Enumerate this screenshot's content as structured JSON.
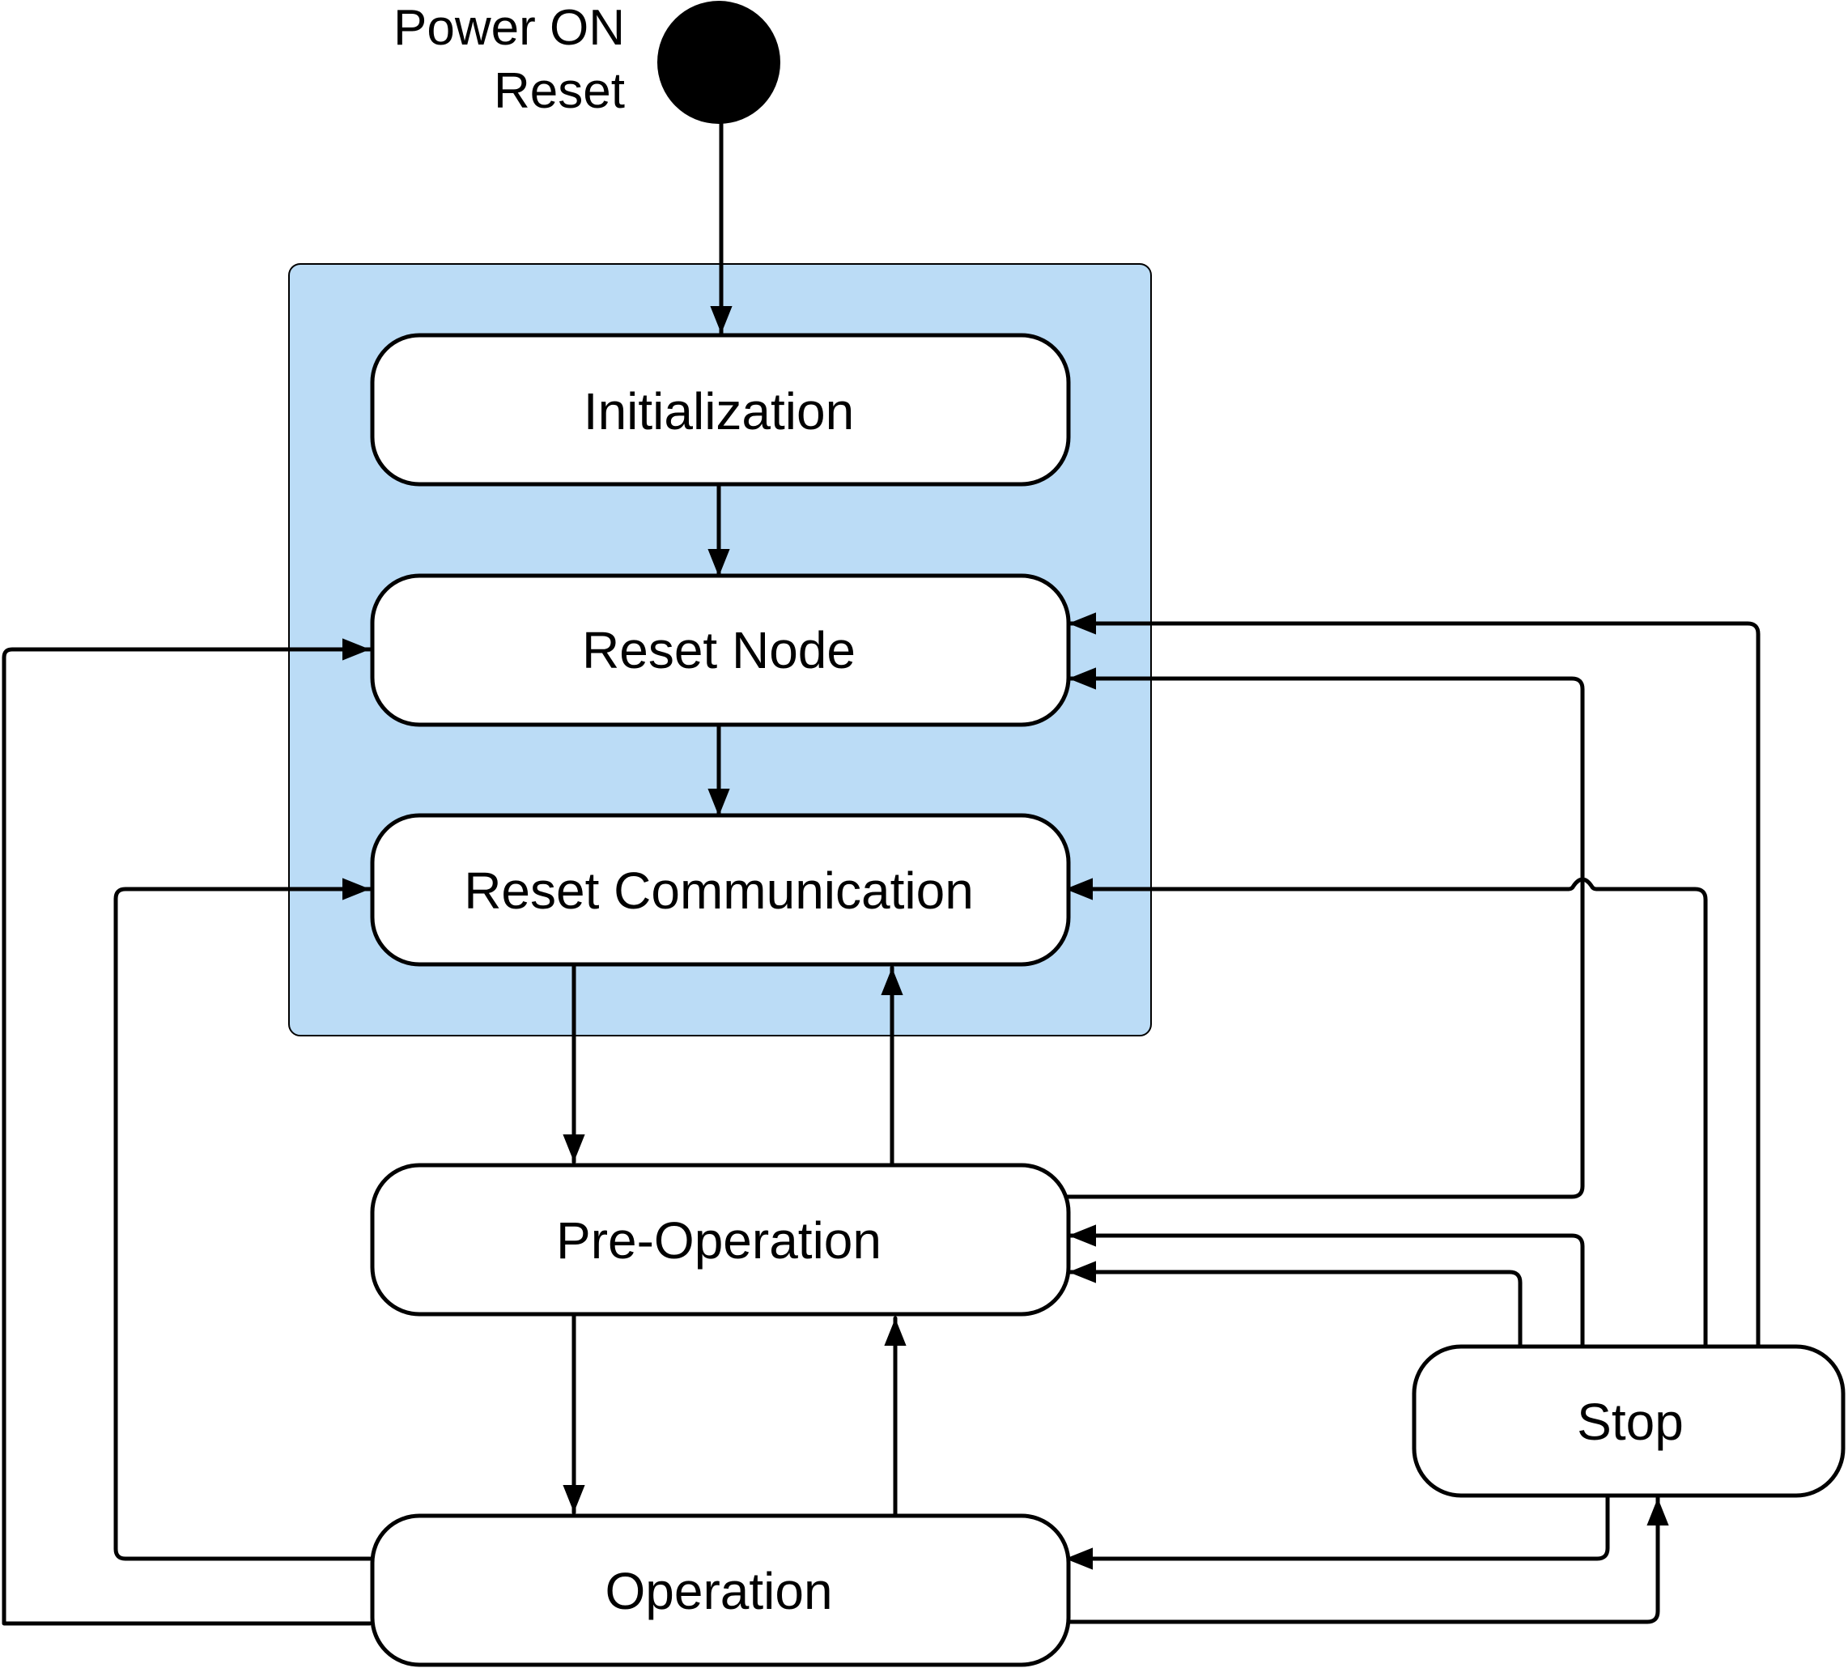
{
  "colors": {
    "group_fill": "#bbdcf6",
    "stroke": "#000000",
    "state_fill": "#ffffff"
  },
  "start": {
    "label_line1": "Power ON",
    "label_line2": "Reset"
  },
  "states": {
    "initialization": "Initialization",
    "reset_node": "Reset Node",
    "reset_communication": "Reset Communication",
    "pre_operation": "Pre-Operation",
    "operation": "Operation",
    "stop": "Stop"
  }
}
